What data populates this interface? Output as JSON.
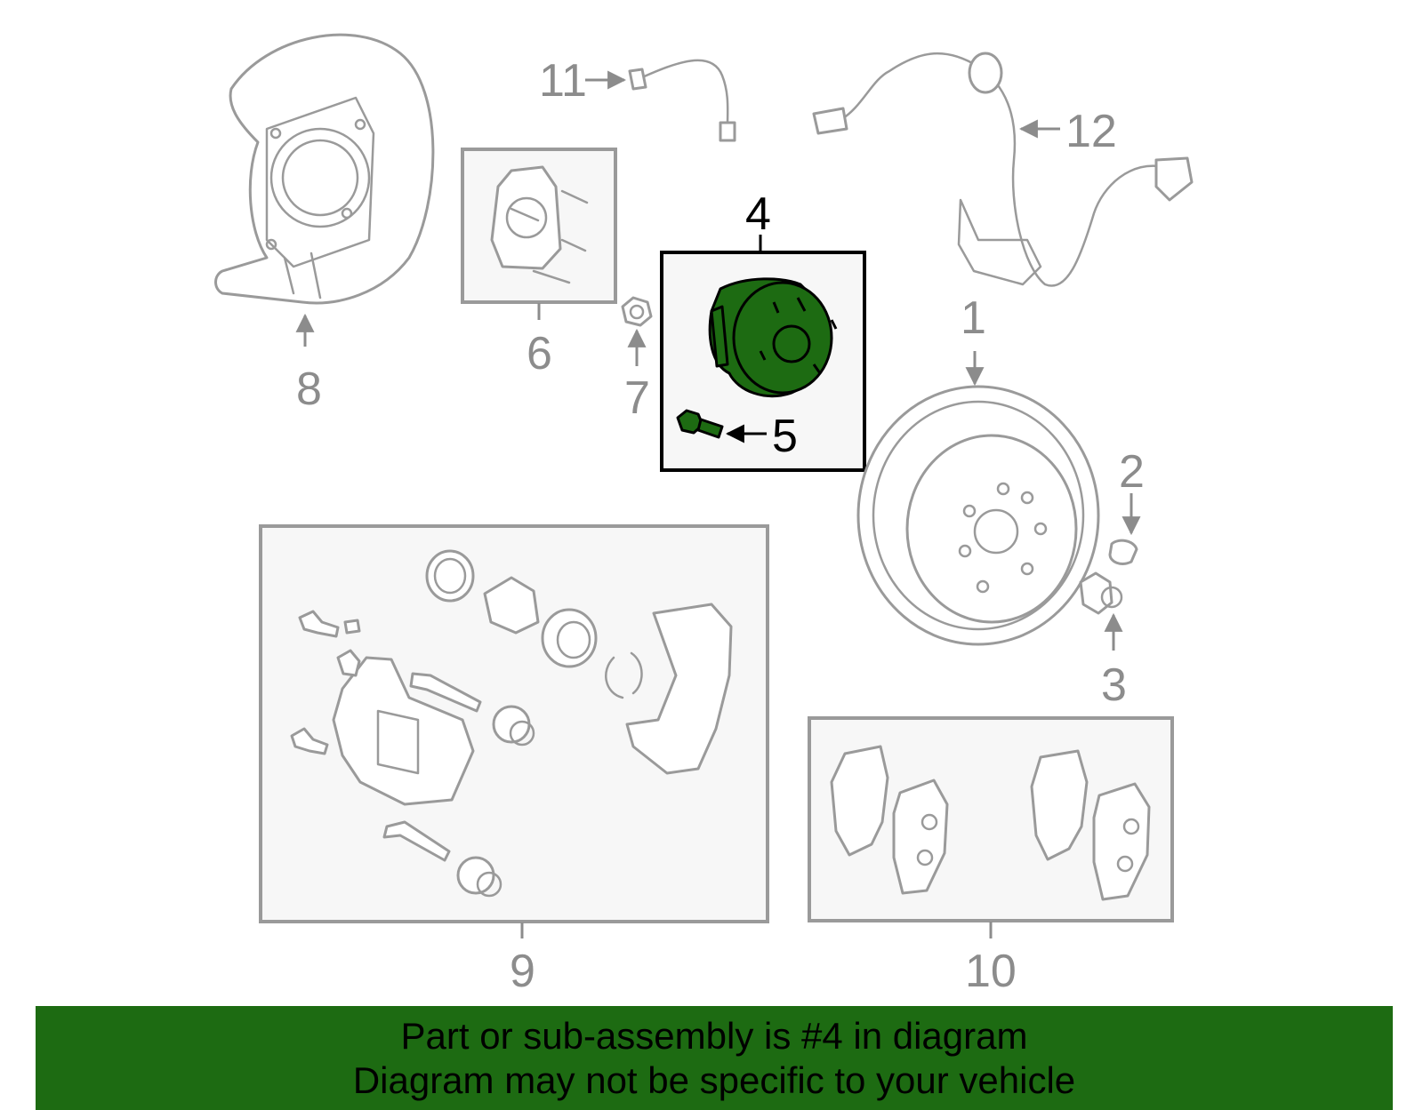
{
  "callouts": {
    "c1": "1",
    "c2": "2",
    "c3": "3",
    "c4": "4",
    "c5": "5",
    "c6": "6",
    "c7": "7",
    "c8": "8",
    "c9": "9",
    "c10": "10",
    "c11": "11",
    "c12": "12"
  },
  "highlighted_part": "4",
  "banner": {
    "line1": "Part or sub-assembly is #4 in diagram",
    "line2": "Diagram may not be specific to your vehicle"
  },
  "colors": {
    "highlight": "#1d6b12",
    "banner_bg": "#1d6b12",
    "part_outline": "#9a9a9a",
    "label_gray": "#8c8c8c"
  }
}
